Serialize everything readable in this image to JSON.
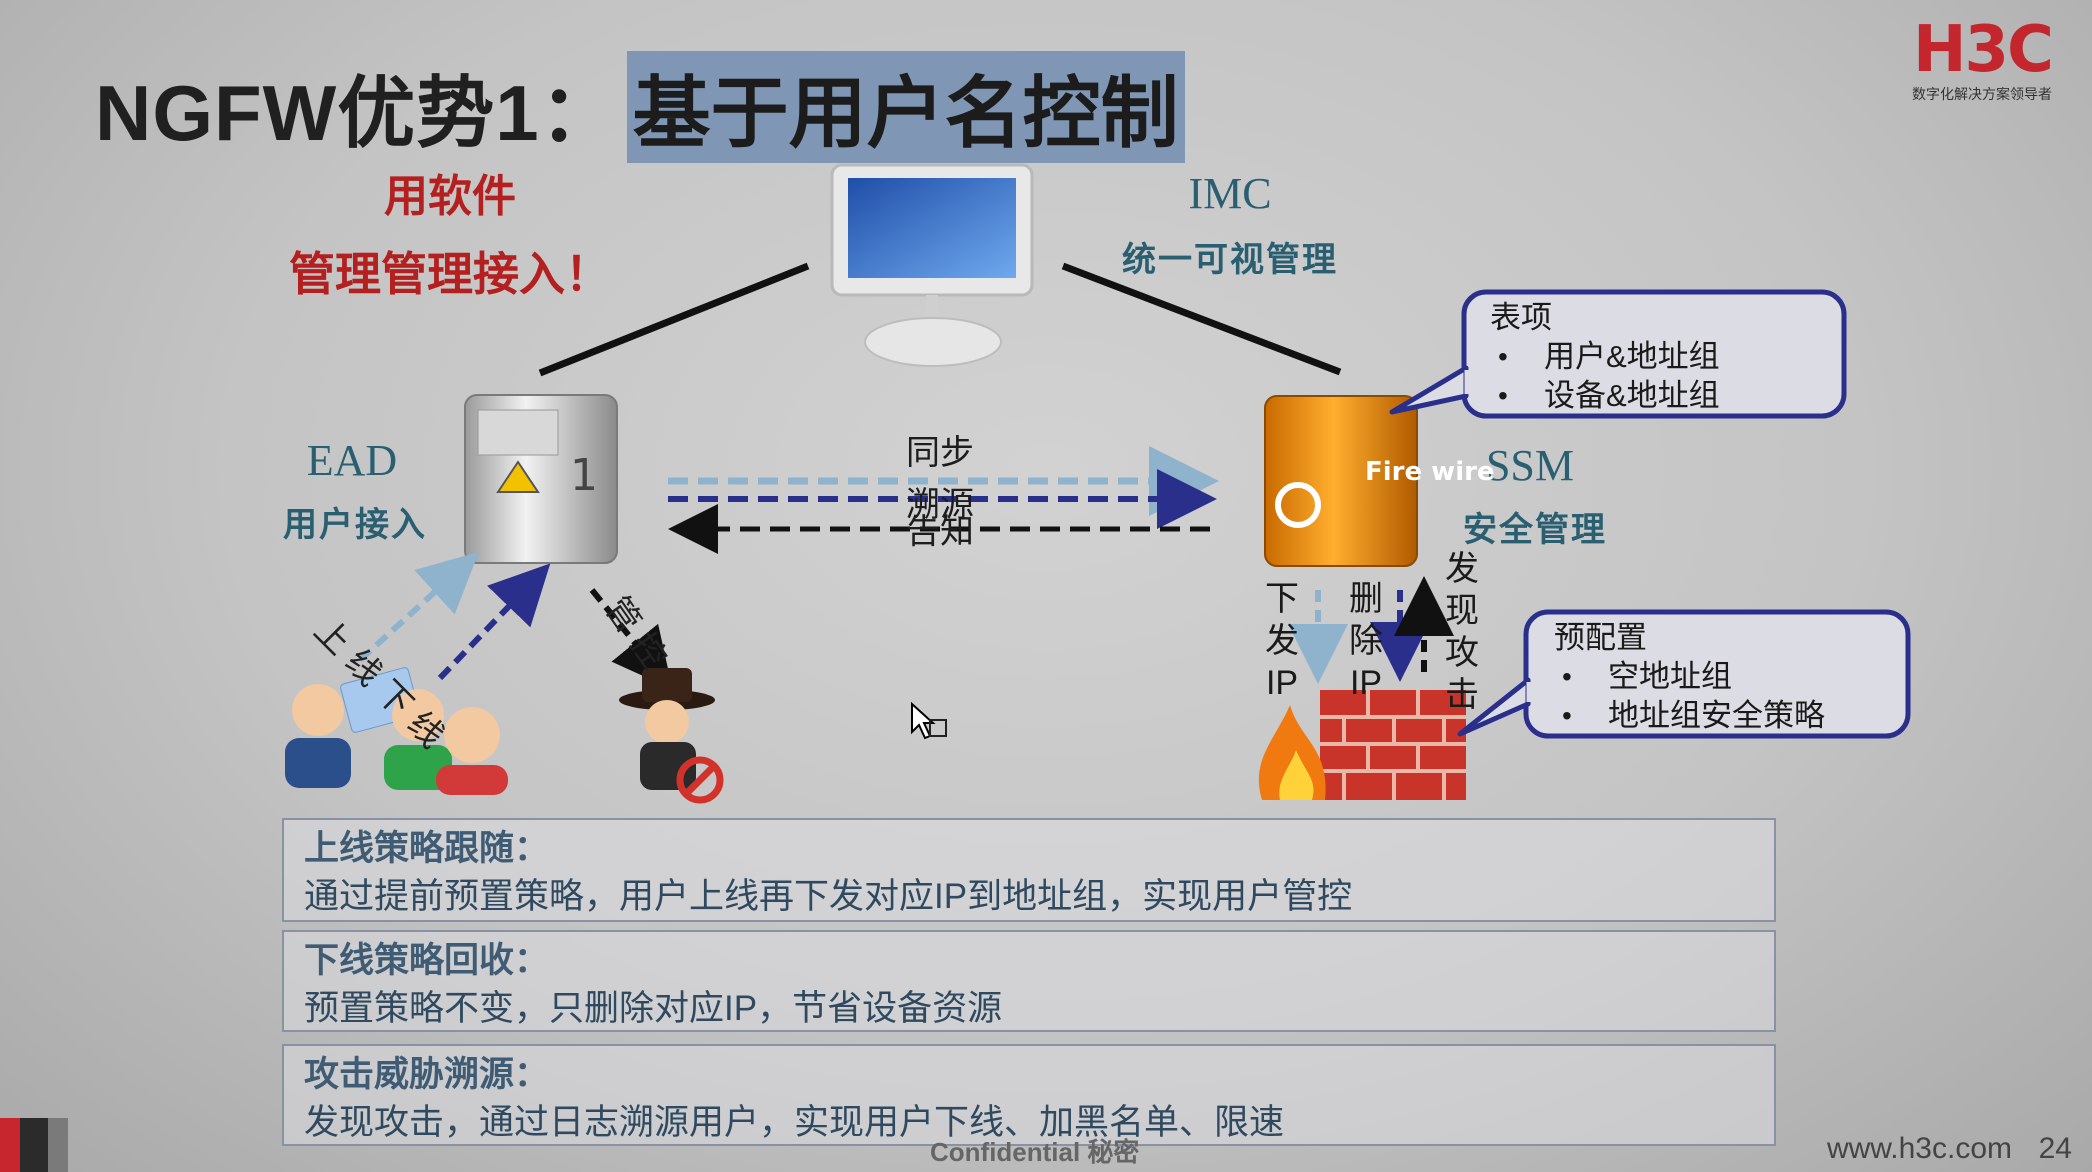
{
  "slide": {
    "title_prefix": "NGFW优势1：",
    "title_highlight": "基于用户名控制",
    "logo": {
      "mark": "H3C",
      "tagline": "数字化解决方案领导者"
    },
    "slogan_line1": "用软件",
    "slogan_line2": "管理管理接入！",
    "imc": {
      "name": "IMC",
      "desc": "统一可视管理"
    },
    "ead": {
      "name": "EAD",
      "desc": "用户接入"
    },
    "ssm": {
      "name": "SSM",
      "desc": "安全管理"
    },
    "sync_labels": {
      "top": "同步",
      "middle": "溯源",
      "bottom": "告知"
    },
    "ead_arrows": {
      "online_offline": "上线下线",
      "control": "管控"
    },
    "ssm_arrows": {
      "issue_ip": [
        "下",
        "发",
        "IP"
      ],
      "delete_ip": [
        "删",
        "除",
        "IP"
      ],
      "discover_attack": [
        "发",
        "现",
        "攻",
        "击"
      ]
    },
    "firewall_label": "Fire wire",
    "callout_table": {
      "title": "表项",
      "items": [
        "用户&地址组",
        "设备&地址组"
      ]
    },
    "callout_preconfig": {
      "title": "预配置",
      "items": [
        "空地址组",
        "地址组安全策略"
      ]
    },
    "panels": [
      {
        "title": "上线策略跟随：",
        "body": "通过提前预置策略，用户上线再下发对应IP到地址组，实现用户管控"
      },
      {
        "title": "下线策略回收：",
        "body": "预置策略不变，只删除对应IP，节省设备资源"
      },
      {
        "title": "攻击威胁溯源：",
        "body": "发现攻击，通过日志溯源用户，实现用户下线、加黑名单、限速"
      }
    ],
    "footer": {
      "confidential": "Confidential 秘密",
      "url": "www.h3c.com",
      "page": "24"
    },
    "colors": {
      "brand_red": "#c4262e",
      "accent_teal": "#2a5f72",
      "callout_border": "#2b2f8c",
      "arrow_navy": "#2b2f8c"
    }
  }
}
